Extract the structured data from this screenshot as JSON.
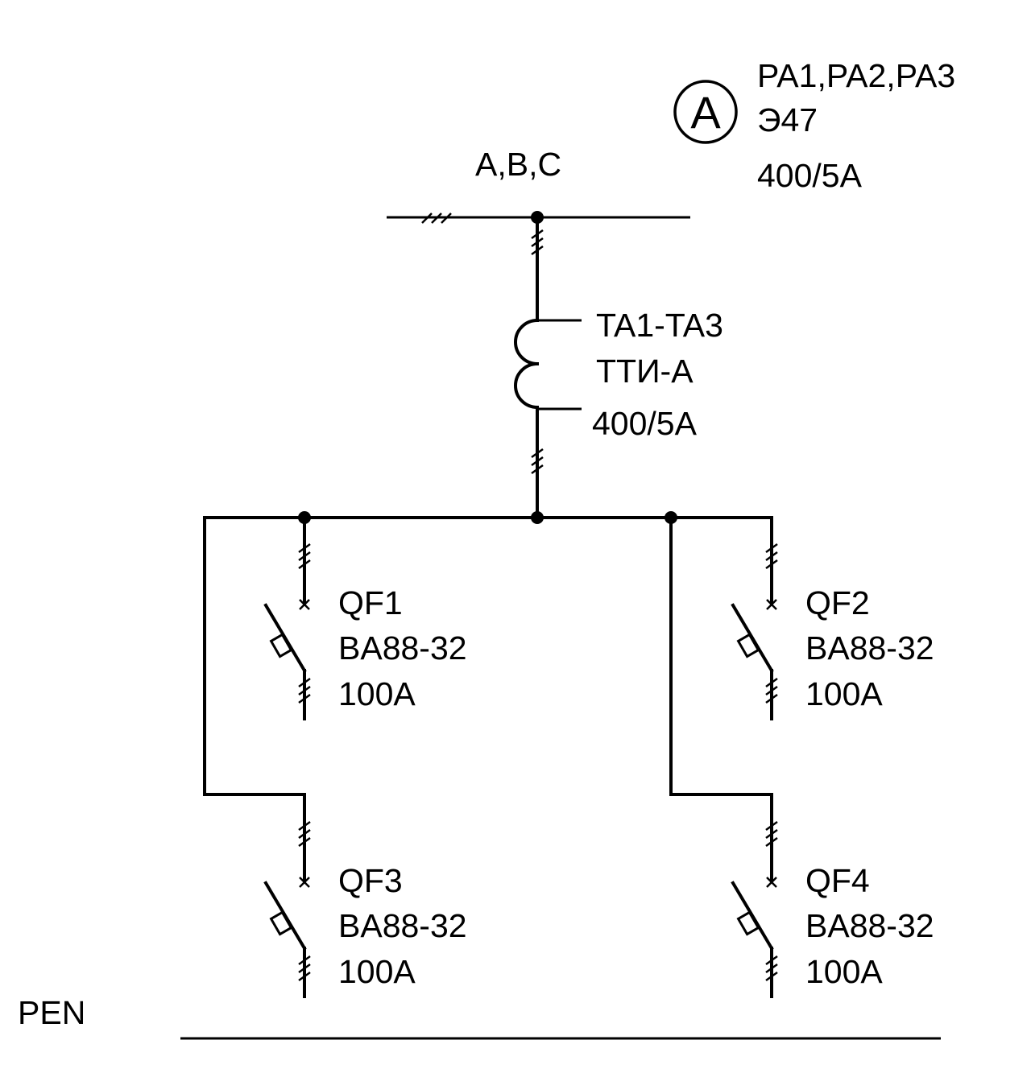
{
  "meter": {
    "symbol": "A",
    "designation": "PA1,PA2,PA3",
    "type": "Э47",
    "rating": "400/5A"
  },
  "bus": {
    "phases": "A,B,C"
  },
  "transformer": {
    "designation": "TA1-TA3",
    "type": "ТТИ-А",
    "rating": "400/5A"
  },
  "breakers": [
    {
      "designation": "QF1",
      "type": "BA88-32",
      "rating": "100A"
    },
    {
      "designation": "QF2",
      "type": "BA88-32",
      "rating": "100A"
    },
    {
      "designation": "QF3",
      "type": "BA88-32",
      "rating": "100A"
    },
    {
      "designation": "QF4",
      "type": "BA88-32",
      "rating": "100A"
    }
  ],
  "pen": {
    "label": "PEN"
  }
}
